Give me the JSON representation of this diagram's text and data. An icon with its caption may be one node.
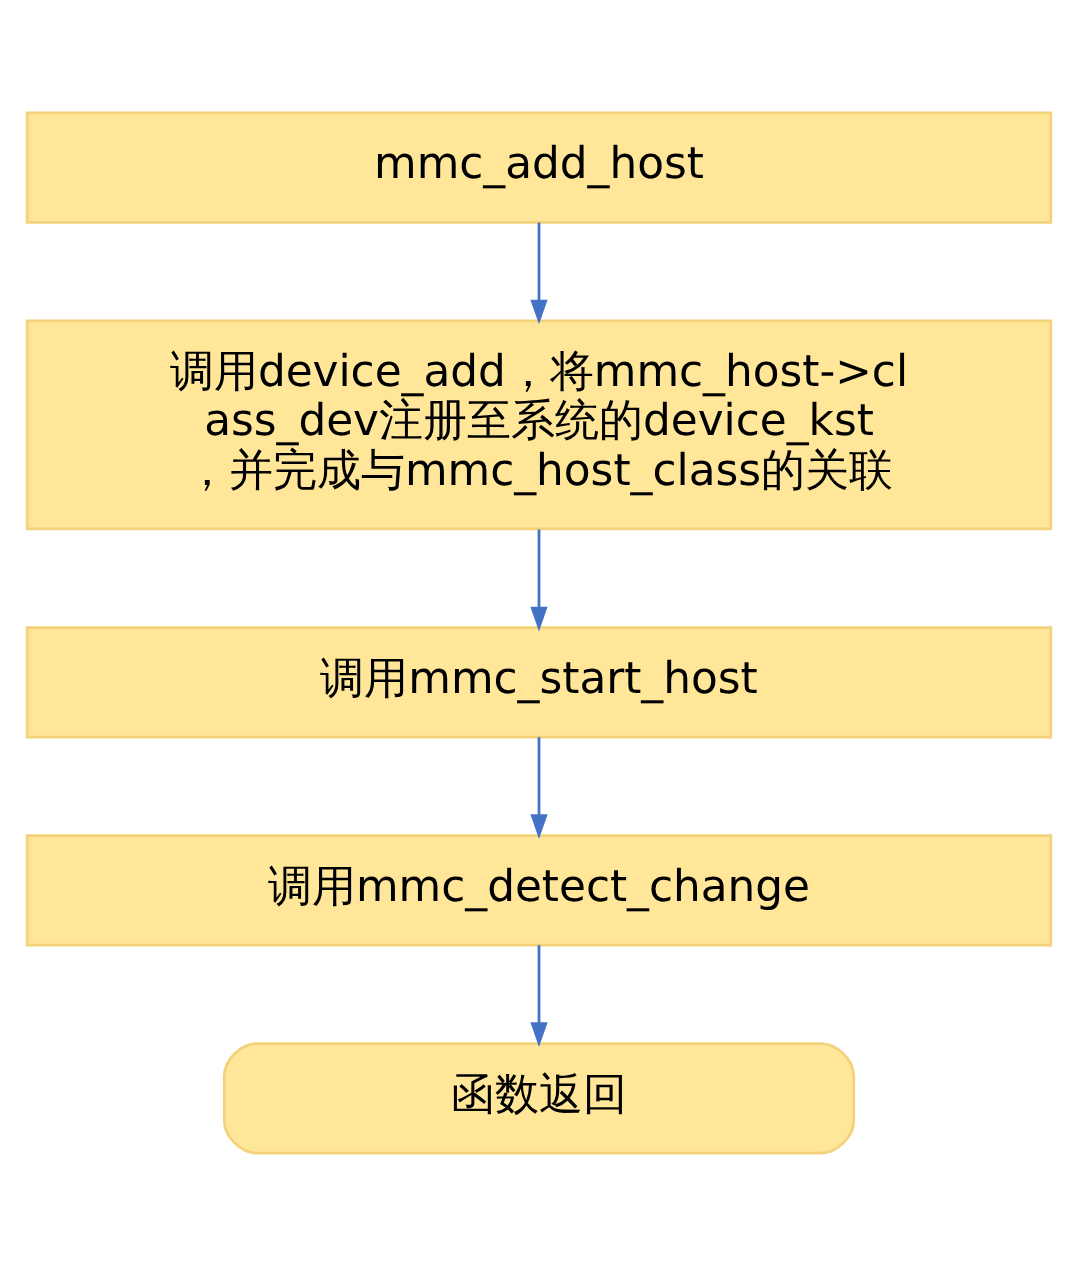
{
  "diagram": {
    "nodes": [
      {
        "text": [
          "mmc_add_host"
        ]
      },
      {
        "text": [
          "调用device_add，将mmc_host->class_dev注册至系统的device_kst，并完成与mmc_host_class的关联"
        ]
      },
      {
        "text": [
          "调用mmc_start_host"
        ]
      },
      {
        "text": [
          "调用mmc_detect_change"
        ]
      },
      {
        "text": [
          "函数返回"
        ]
      }
    ],
    "edges": [
      {
        "from": 0,
        "to": 1,
        "arrow": "to"
      },
      {
        "from": 1,
        "to": 2,
        "arrow": "to"
      },
      {
        "from": 2,
        "to": 3,
        "arrow": "to"
      },
      {
        "from": 3,
        "to": 4,
        "arrow": "to"
      }
    ]
  }
}
